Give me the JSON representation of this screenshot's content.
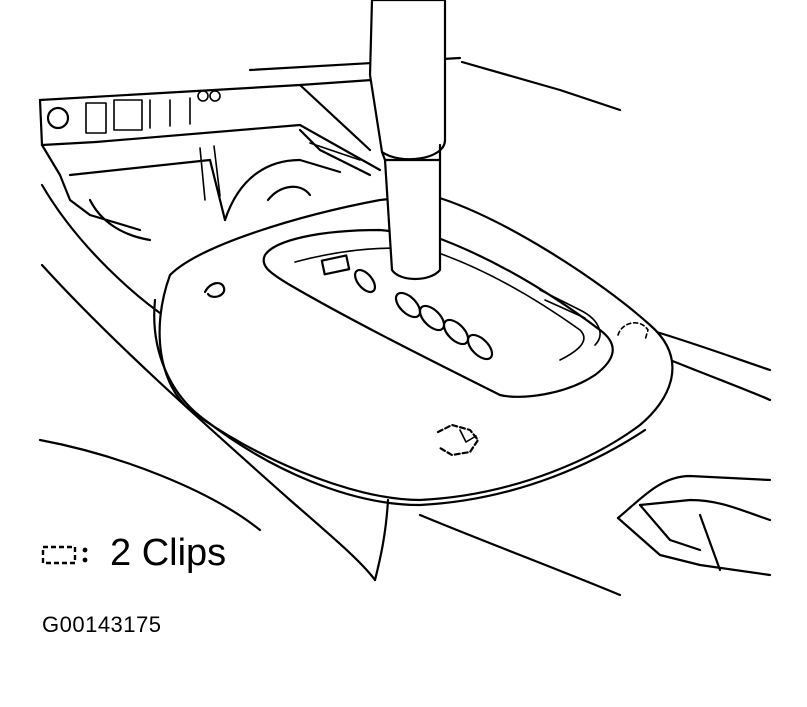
{
  "figure": {
    "legend": {
      "label": "2 Clips",
      "symbol": "clip-symbol"
    },
    "figure_id": "G00143175"
  }
}
